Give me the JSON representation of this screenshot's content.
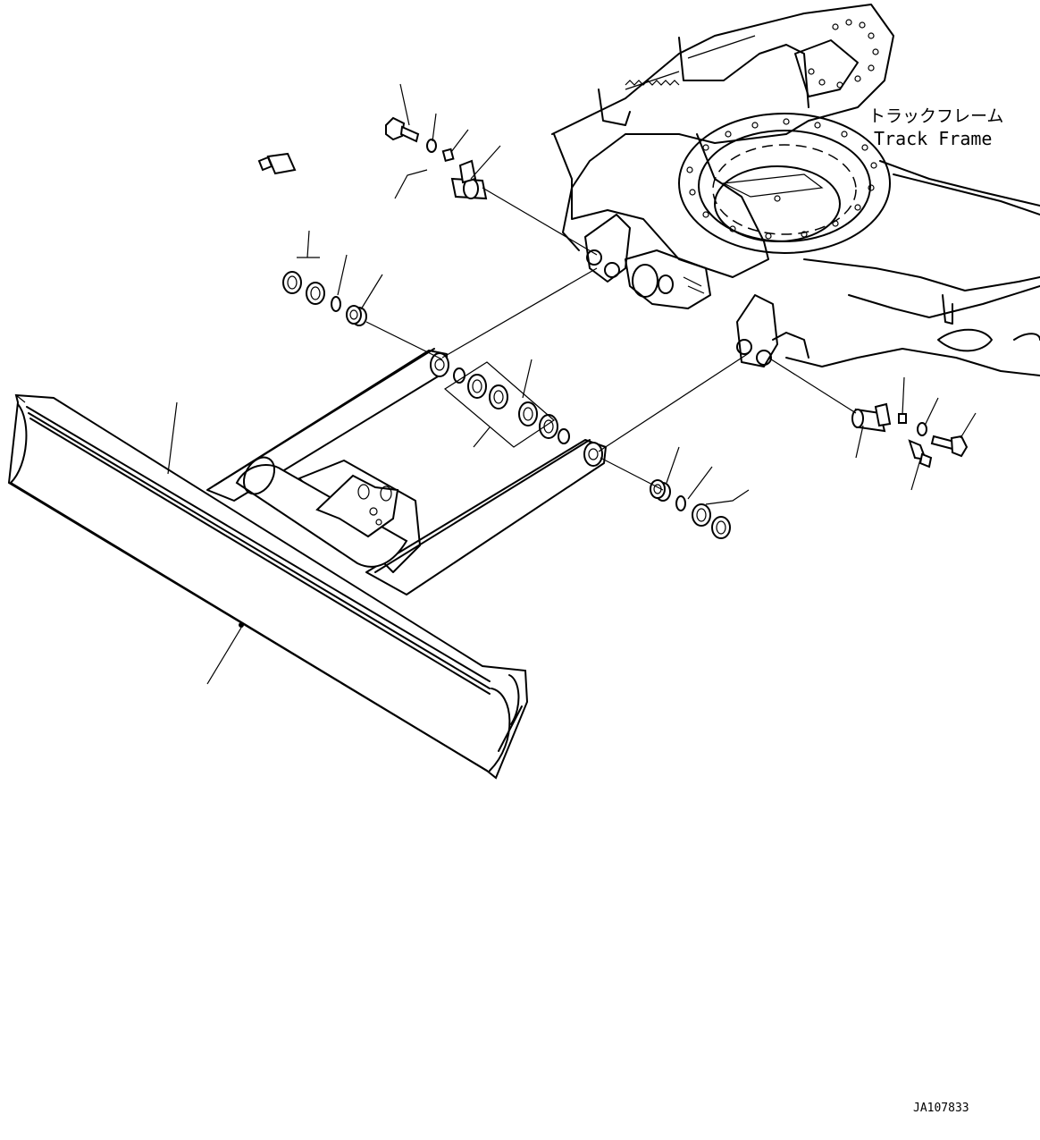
{
  "labels": {
    "track_frame_jp": "トラックフレーム",
    "track_frame_en": "Track Frame",
    "drawing_id": "JA107833"
  }
}
